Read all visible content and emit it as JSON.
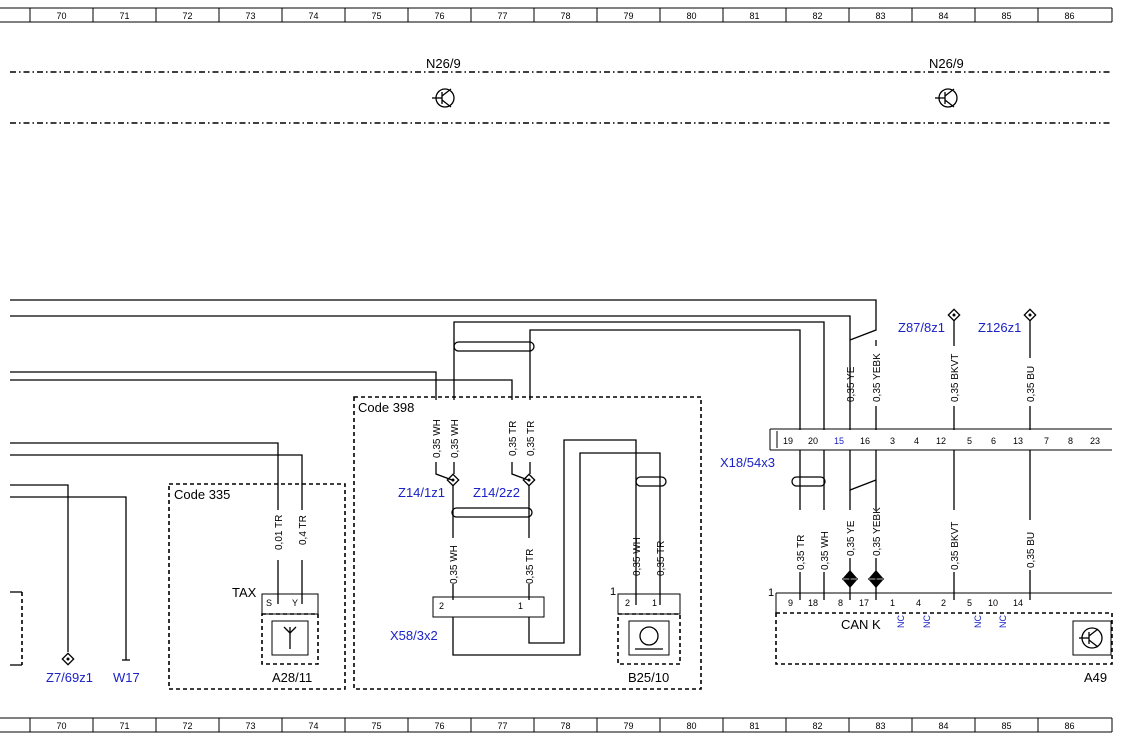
{
  "ruler": [
    "70",
    "71",
    "72",
    "73",
    "74",
    "75",
    "76",
    "77",
    "78",
    "79",
    "80",
    "81",
    "82",
    "83",
    "84",
    "85",
    "86"
  ],
  "ground_labels": {
    "left": "N26/9",
    "right": "N26/9"
  },
  "codes": {
    "c335": "Code 335",
    "c398": "Code 398"
  },
  "components": {
    "a28": "A28/11",
    "a28_tax": "TAX",
    "a28_pin_s": "S",
    "a28_pin_y": "Y",
    "b25": "B25/10",
    "b25_num": "1",
    "b25_pins": [
      "2",
      "1"
    ],
    "x58": "X58/3x2",
    "x58_pins": [
      "2",
      "1"
    ],
    "a49": "A49",
    "a49_num": "1",
    "a49_can": "CAN K",
    "a49_pins": [
      "9",
      "18",
      "8",
      "17",
      "1",
      "4",
      "2",
      "5",
      "10",
      "14"
    ],
    "a49_nc": [
      "NC",
      "NC",
      "NC",
      "NC"
    ]
  },
  "splices": {
    "z14_1": "Z14/1z1",
    "z14_2": "Z14/2z2",
    "z7": "Z7/69z1",
    "w17": "W17",
    "z87": "Z87/8z1",
    "z126": "Z126z1"
  },
  "connector": {
    "name": "X18/54x3",
    "pins": [
      "19",
      "20",
      "15",
      "16",
      "3",
      "4",
      "12",
      "5",
      "6",
      "13",
      "7",
      "8",
      "23"
    ]
  },
  "wires": {
    "a28_s": "0,01 TR",
    "a28_y": "0,4 TR",
    "z14_1_top_a": "0,35 WH",
    "z14_1_top_b": "0,35 WH",
    "z14_2_top_a": "0,35 TR",
    "z14_2_top_b": "0,35 TR",
    "z14_1_bot": "0,35 WH",
    "z14_2_bot": "0,35 TR",
    "b25_2": "0,35 WH",
    "b25_1": "0,35 TR",
    "up_15": "0,35 YE",
    "up_16": "0,35 YEBK",
    "up_12": "0,35 BKVT",
    "up_13": "0,35 BU",
    "lo_19": "0,35 TR",
    "lo_20": "0,35 WH",
    "lo_15": "0,35 YE",
    "lo_16": "0,35 YEBK",
    "lo_12": "0,35 BKVT",
    "lo_13": "0,35 BU"
  }
}
